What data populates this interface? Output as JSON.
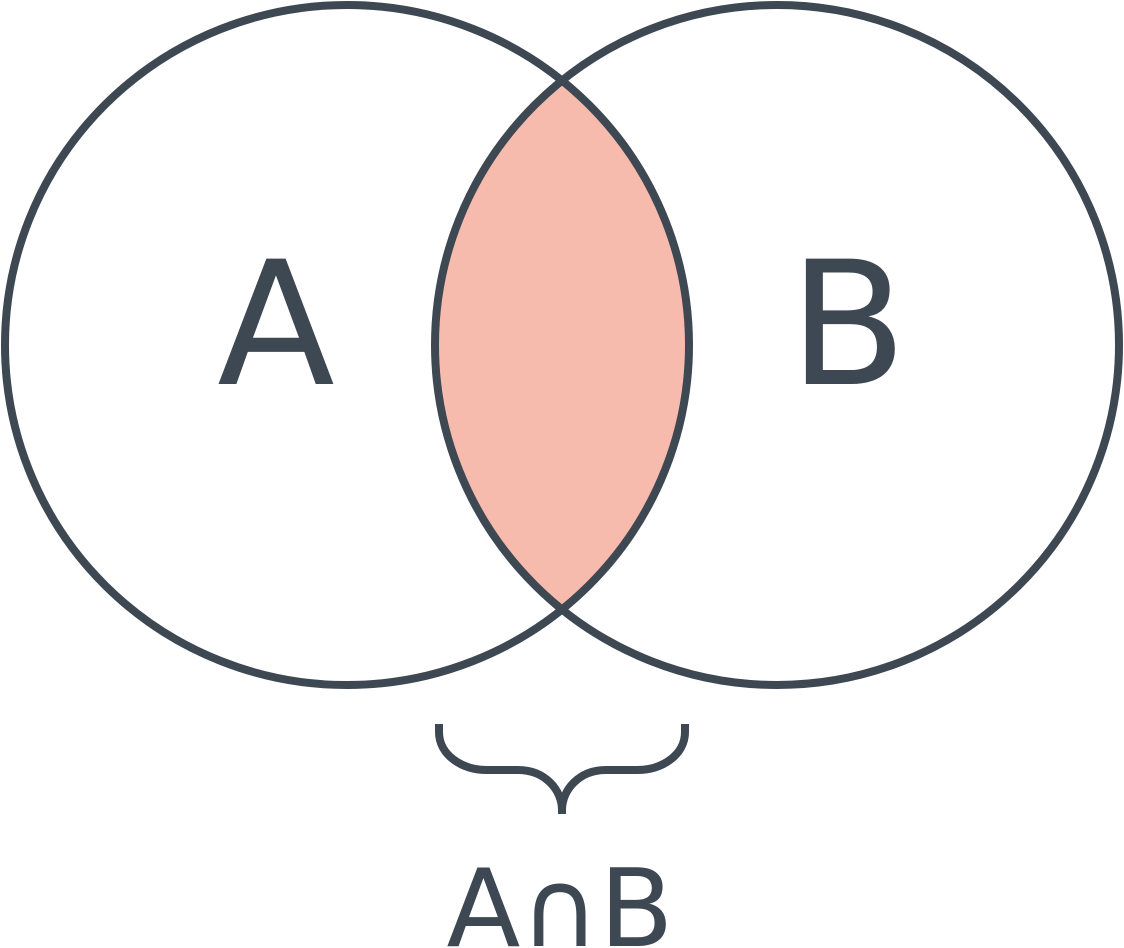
{
  "diagram": {
    "set_a_label": "A",
    "set_b_label": "B",
    "intersection_label": "A∩B",
    "operation": "intersection",
    "colors": {
      "outline": "#3d4853",
      "intersection_fill": "#f7bbae",
      "background": "#ffffff",
      "text": "#3d4853"
    }
  }
}
